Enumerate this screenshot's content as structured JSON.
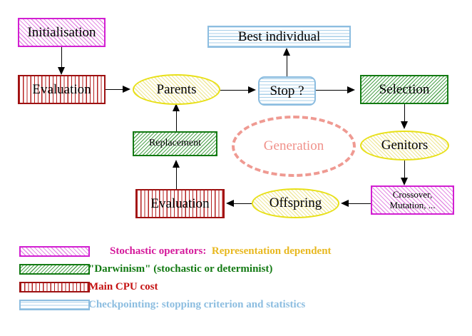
{
  "diagram": {
    "title": "Evolutionary algorithm flow chart",
    "nodes": {
      "initialisation": {
        "label": "Initialisation",
        "style": "stochastic-operator"
      },
      "evaluation_top": {
        "label": "Evaluation",
        "style": "main-cpu-cost"
      },
      "parents": {
        "label": "Parents",
        "style": "representation-dependent"
      },
      "stop": {
        "label": "Stop ?",
        "style": "checkpointing"
      },
      "best_individual": {
        "label": "Best individual",
        "style": "checkpointing"
      },
      "selection": {
        "label": "Selection",
        "style": "darwinism"
      },
      "genitors": {
        "label": "Genitors",
        "style": "representation-dependent"
      },
      "crossover_mutation": {
        "label": "Crossover,\nMutation, ...",
        "style": "stochastic-operator"
      },
      "offspring": {
        "label": "Offspring",
        "style": "representation-dependent"
      },
      "evaluation_bottom": {
        "label": "Evaluation",
        "style": "main-cpu-cost"
      },
      "replacement": {
        "label": "Replacement",
        "style": "darwinism"
      },
      "generation": {
        "label": "Generation",
        "style": "cycle-annotation"
      }
    }
  },
  "legend": {
    "rows": [
      {
        "swatch": "magenta-diagonal-hatch",
        "text": "Stochastic operators:",
        "text_color": "#d4189a",
        "text2": "Representation dependent",
        "text2_color": "#e8b820"
      },
      {
        "swatch": "green-diagonal-hatch",
        "text": "\"Darwinism\" (stochastic or determinist)",
        "text_color": "#137a13",
        "text2": "",
        "text2_color": ""
      },
      {
        "swatch": "red-vertical-hatch",
        "text": "Main CPU cost",
        "text_color": "#c41111",
        "text2": "",
        "text2_color": ""
      },
      {
        "swatch": "blue-horizontal-hatch",
        "text": "Checkpointing: stopping criterion and statistics",
        "text_color": "#8cbde0",
        "text2": "",
        "text2_color": ""
      }
    ]
  },
  "colors": {
    "magenta": "#d21fd2",
    "green": "#137a13",
    "red": "#9e1111",
    "blue": "#8cbde0",
    "yellow": "#e8e017",
    "salmon": "#ef9a92",
    "background": "#ffffff"
  }
}
